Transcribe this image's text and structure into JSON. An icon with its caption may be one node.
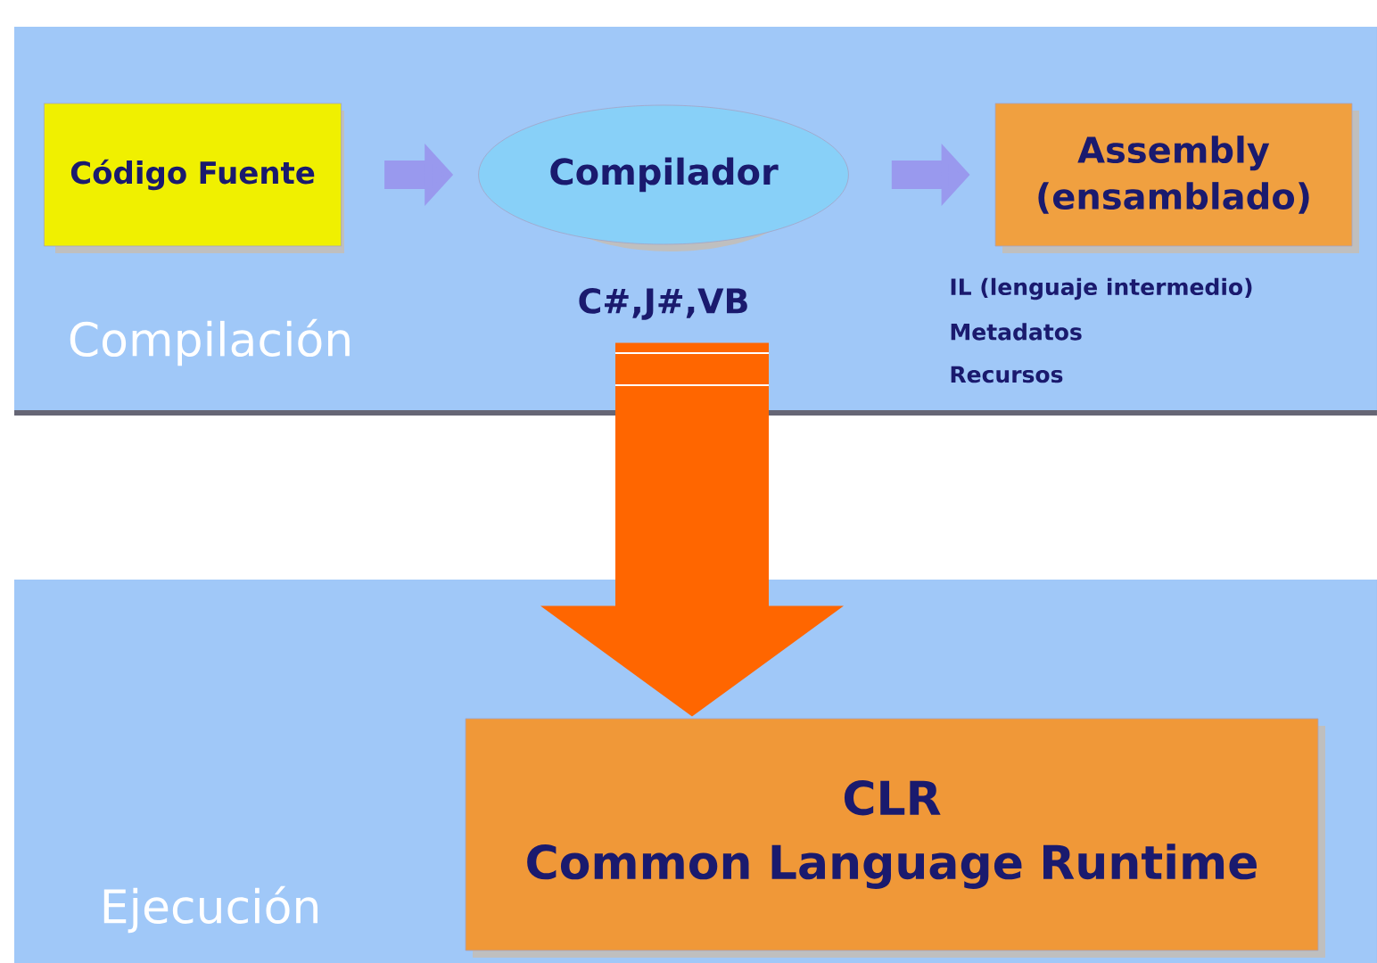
{
  "diagram": {
    "nodes": [
      {
        "text": [
          "Compilación"
        ]
      },
      {
        "text": [
          "Código Fuente"
        ],
        "in": 0
      },
      {
        "text": [
          "Compilador"
        ],
        "in": 0,
        "beside": [
          "C#,J#,VB"
        ]
      },
      {
        "text": [
          "Assembly (ensamblado)"
        ],
        "in": 0,
        "beside": [
          "IL (lenguaje intermedio)",
          "Metadatos",
          "Recursos"
        ]
      },
      {
        "text": [
          "Ejecución"
        ]
      },
      {
        "text": [
          "CLR",
          "Common Language Runtime"
        ],
        "in": 4
      }
    ],
    "edges": [
      {
        "from": 1,
        "to": 2,
        "arrow": "to"
      },
      {
        "from": 2,
        "to": 3,
        "arrow": "to"
      },
      {
        "from": 2,
        "to": 5,
        "arrow": "to",
        "style": "thick",
        "color": "#ff6600"
      }
    ]
  }
}
